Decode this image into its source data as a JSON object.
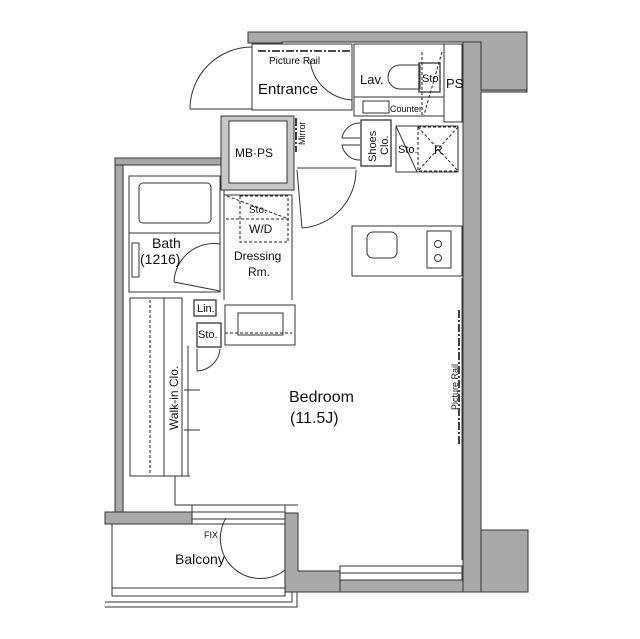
{
  "floor_plan": {
    "rooms": {
      "entrance": "Entrance",
      "lavatory": "Lav.",
      "ps": "PS",
      "mbps": "MB·PS",
      "shoes_closet_line1": "Shoes",
      "shoes_closet_line2": "Clo.",
      "storage_top": "Sto.",
      "refrigerator": "R",
      "storage_lav": "Sto.",
      "counter": "Counter",
      "storage_wd": "Sto.",
      "washer_dryer": "W/D",
      "bath_line1": "Bath",
      "bath_line2": "(1216)",
      "dressing_line1": "Dressing",
      "dressing_line2": "Rm.",
      "linen": "Lin.",
      "storage_small": "Sto.",
      "walkin_closet": "Walk-in Clo.",
      "bedroom_line1": "Bedroom",
      "bedroom_line2": "(11.5J)",
      "fix": "FIX",
      "balcony": "Balcony"
    },
    "annotations": {
      "picture_rail_top": "Picture Rail",
      "picture_rail_right": "Picture Rail",
      "mirror": "Mirror"
    },
    "colors": {
      "wall": "#a9a9a9",
      "line": "#333333",
      "background": "#ffffff"
    }
  }
}
